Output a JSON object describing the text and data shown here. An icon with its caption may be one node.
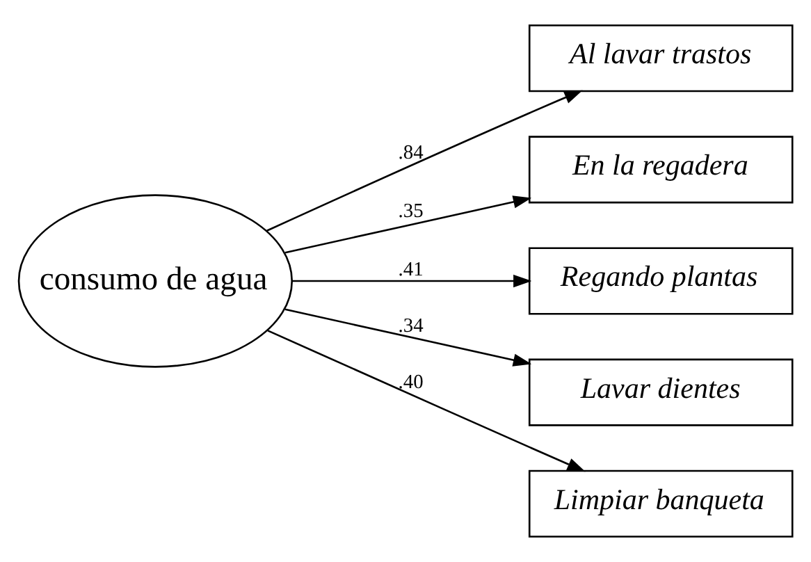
{
  "diagram": {
    "nodes": [
      {
        "text": [
          "consumo de agua"
        ]
      },
      {
        "text": [
          "Al lavar trastos"
        ]
      },
      {
        "text": [
          "En la regadera"
        ]
      },
      {
        "text": [
          "Regando plantas"
        ]
      },
      {
        "text": [
          "Lavar dientes"
        ]
      },
      {
        "text": [
          "Limpiar banqueta"
        ]
      }
    ],
    "edges": [
      {
        "from": 0,
        "to": 1,
        "arrow": "to",
        "label": ".84"
      },
      {
        "from": 0,
        "to": 2,
        "arrow": "to",
        "label": ".35"
      },
      {
        "from": 0,
        "to": 3,
        "arrow": "to",
        "label": ".41"
      },
      {
        "from": 0,
        "to": 4,
        "arrow": "to",
        "label": ".34"
      },
      {
        "from": 0,
        "to": 5,
        "arrow": "to",
        "label": ".40"
      }
    ]
  }
}
